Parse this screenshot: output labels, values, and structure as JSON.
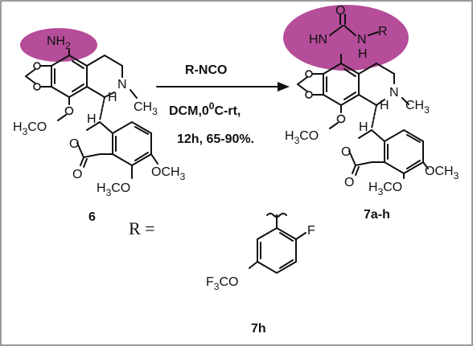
{
  "highlight_color": "#b54d9a",
  "reactant": {
    "compound_number": "6",
    "amine_label": "NH",
    "amine_sub": "2",
    "ring_n": "N",
    "ring_h": "H",
    "methyl": "CH",
    "methyl_sub": "3",
    "methoxy_left_a": "H",
    "methoxy_left_b": "3",
    "methoxy_left_c": "CO",
    "stereo_h": "H",
    "lactone_o": "O",
    "carbonyl_o": "O",
    "methoxy_right": "OCH",
    "methoxy_right_sub": "3",
    "methoxy_bottom_a": "H",
    "methoxy_bottom_b": "3",
    "methoxy_bottom_c": "CO"
  },
  "conditions": {
    "reagent": "R-NCO",
    "solvent_a": "DCM,0",
    "solvent_sup": "0",
    "solvent_b": "C-rt,",
    "time_yield": "12h, 65-90%."
  },
  "product": {
    "compound_label": "7a-h",
    "urea_o": "O",
    "nh_left": "HN",
    "nh_right_n": "N",
    "nh_right_h": "H",
    "r_group": "R",
    "ring_n": "N",
    "ring_h": "H",
    "methyl": "CH",
    "methyl_sub": "3",
    "methoxy_left_a": "H",
    "methoxy_left_b": "3",
    "methoxy_left_c": "CO",
    "stereo_h": "H",
    "lactone_o": "O",
    "carbonyl_o": "O",
    "methoxy_right": "OCH",
    "methoxy_right_sub": "3",
    "methoxy_bottom_a": "H",
    "methoxy_bottom_b": "3",
    "methoxy_bottom_c": "CO"
  },
  "r_definition": {
    "r_equals": "R  =",
    "fluoro": "F",
    "trifluoromethoxy": "F",
    "trifluoromethoxy_sub": "3",
    "trifluoromethoxy_tail": "CO",
    "compound_label": "7h"
  }
}
